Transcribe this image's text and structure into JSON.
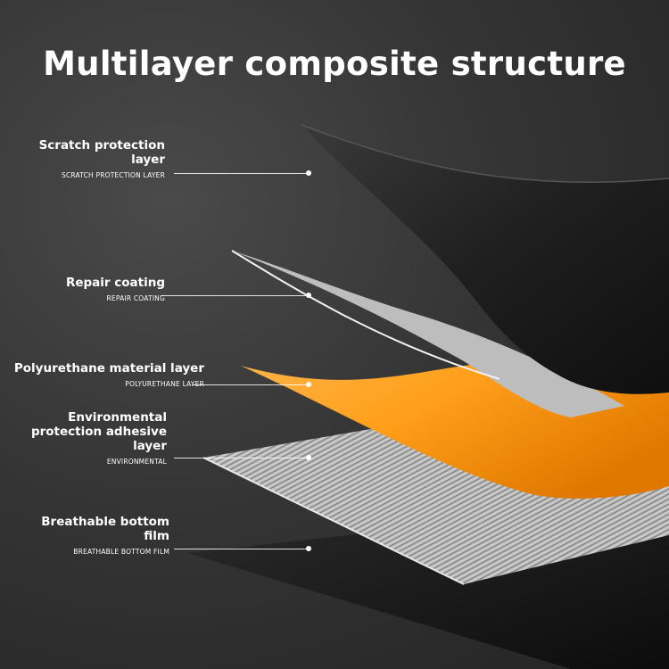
{
  "title": "Multilayer composite structure",
  "layers": [
    {
      "label": "Scratch protection layer",
      "sub_label": "SCRATCH PROTECTION LAYER",
      "color": "#1c1c1c"
    },
    {
      "label": "Repair coating",
      "sub_label": "REPAIR COATING",
      "color": "#d9d9d9"
    },
    {
      "label": "Polyurethane material layer",
      "sub_label": "POLYURETHANE LAYER",
      "color": "#ffa21e"
    },
    {
      "label": "Environmental protection adhesive layer",
      "sub_label": "ENVIRONMENTAL",
      "color": "#c8c8c8"
    },
    {
      "label": "Breathable bottom film",
      "sub_label": "BREATHABLE BOTTOM FILM",
      "color": "#1a1a1a"
    }
  ]
}
